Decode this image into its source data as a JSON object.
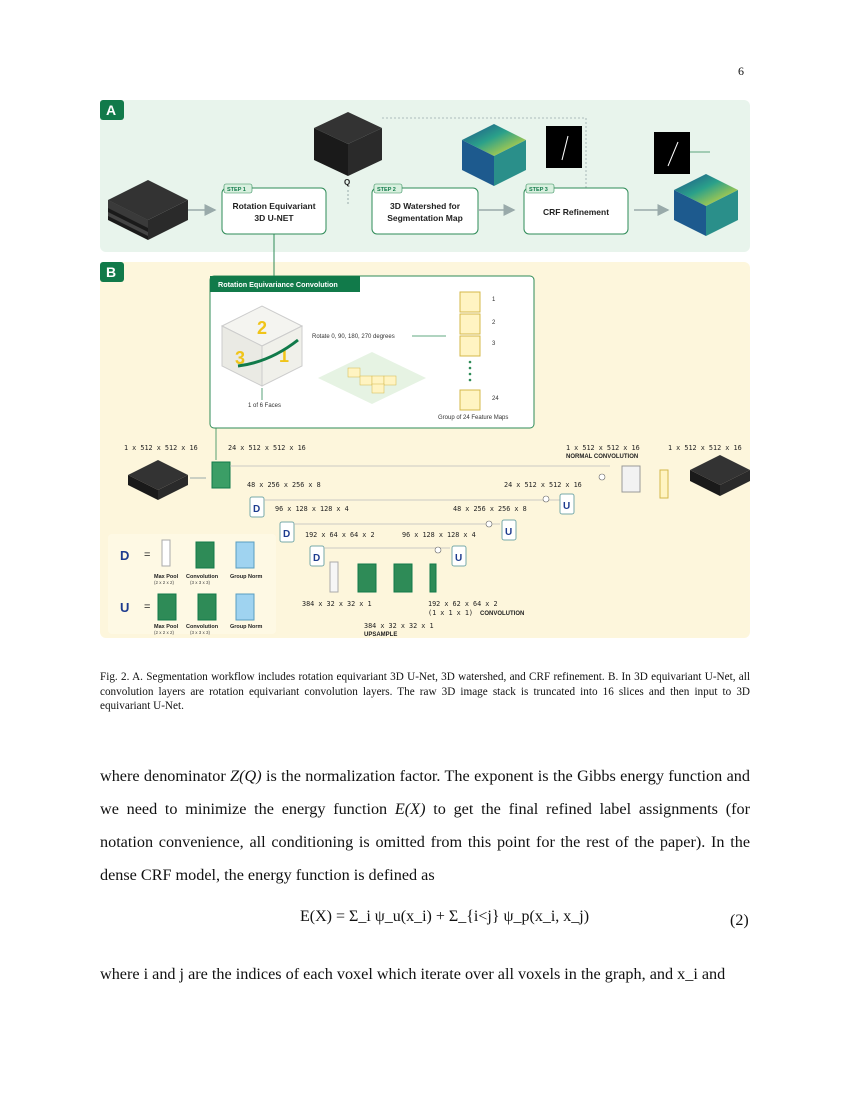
{
  "page_number": "6",
  "figure": {
    "panel_a_label": "A",
    "panel_b_label": "B",
    "step1_tag": "STEP 1",
    "step1_title_l1": "Rotation Equivariant",
    "step1_title_l2": "3D U-NET",
    "step2_tag": "STEP 2",
    "step2_title_l1": "3D Watershed for",
    "step2_title_l2": "Segmentation Map",
    "step3_tag": "STEP 3",
    "step3_title": "CRF Refinement",
    "q_label": "Q",
    "rec_title": "Rotation Equivariance Convolution",
    "rotate_label": "Rotate 0, 90, 180, 270 degrees",
    "faces_label": "1 of 6 Faces",
    "group_label": "Group of 24 Feature Maps",
    "group_items": [
      "1",
      "2",
      "3",
      "24"
    ],
    "dims": {
      "input": "1 x 512 x 512 x 16",
      "l1": "24 x 512 x 512 x 16",
      "l2": "48 x 256 x 256 x 8",
      "l3": "96 x 128 x 128 x 4",
      "l4": "192 x 64 x 64 x 2",
      "bottom": "384 x 32 x 32 x 1",
      "up_bottom": "384 x 32 x 32 x 1",
      "up_label": "UPSAMPLE",
      "r4": "96 x 128 x 128 x 4",
      "r3": "48 x 256 x 256 x 8",
      "r2": "24 x 512 x 512 x 16",
      "r1": "1 x 512 x 512 x 16",
      "r1_label": "NORMAL CONVOLUTION",
      "output": "1 x 512 x 512 x 16",
      "conv_a": "192 x 62 x 64 x 2",
      "conv_b": "(1 x 1 x 1)",
      "conv_label": "CONVOLUTION"
    },
    "legend": {
      "down_symbol": "D",
      "up_symbol": "U",
      "equals": "=",
      "max_pool": "Max Pool",
      "max_pool_dim": "(2 x 2 x 2)",
      "convolution": "Convolution",
      "conv_dim": "(3 x 3 x 3)",
      "group_norm": "Group Norm"
    },
    "colors": {
      "panel_a_bg": "#e8f4ec",
      "panel_b_bg": "#fdf6dc",
      "accent_green": "#117a4a",
      "light_green": "#d9f0df"
    }
  },
  "caption": "Fig. 2.    A. Segmentation workflow includes rotation equivariant 3D U-Net, 3D watershed, and CRF refinement. B. In 3D equivariant U-Net, all convolution layers are rotation equivariant convolution layers. The raw 3D image stack is truncated into 16 slices and then input to 3D equivariant U-Net.",
  "body": {
    "p1_a": "where denominator ",
    "p1_zq": "Z(Q)",
    "p1_b": " is the normalization factor. The exponent is the Gibbs energy function and we need to minimize the energy function ",
    "p1_ex": "E(X)",
    "p1_c": " to get the final refined label assignments (for notation convenience, all conditioning is omitted from this point for the rest of the paper). In the dense CRF model, the energy function is defined as",
    "equation": "E(X) = Σ_i ψ_u(x_i) + Σ_{i<j} ψ_p(x_i, x_j)",
    "equation_number": "(2)",
    "p2": "where i and j are the indices of each voxel which iterate over all voxels in the graph, and x_i and"
  }
}
